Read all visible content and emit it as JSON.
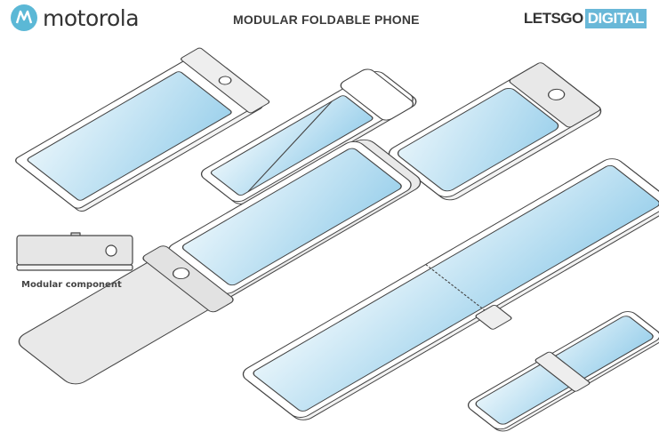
{
  "header": {
    "brand": "motorola",
    "title": "MODULAR FOLDABLE PHONE",
    "site_part1": "LETSGO",
    "site_part2": "DIGITAL"
  },
  "annotation": {
    "modular_component": "Modular component"
  },
  "colors": {
    "screen_top": "#d9eef8",
    "screen_bottom": "#9fd2ec",
    "accent": "#5bb8d6",
    "module": "#e2e2e2"
  }
}
